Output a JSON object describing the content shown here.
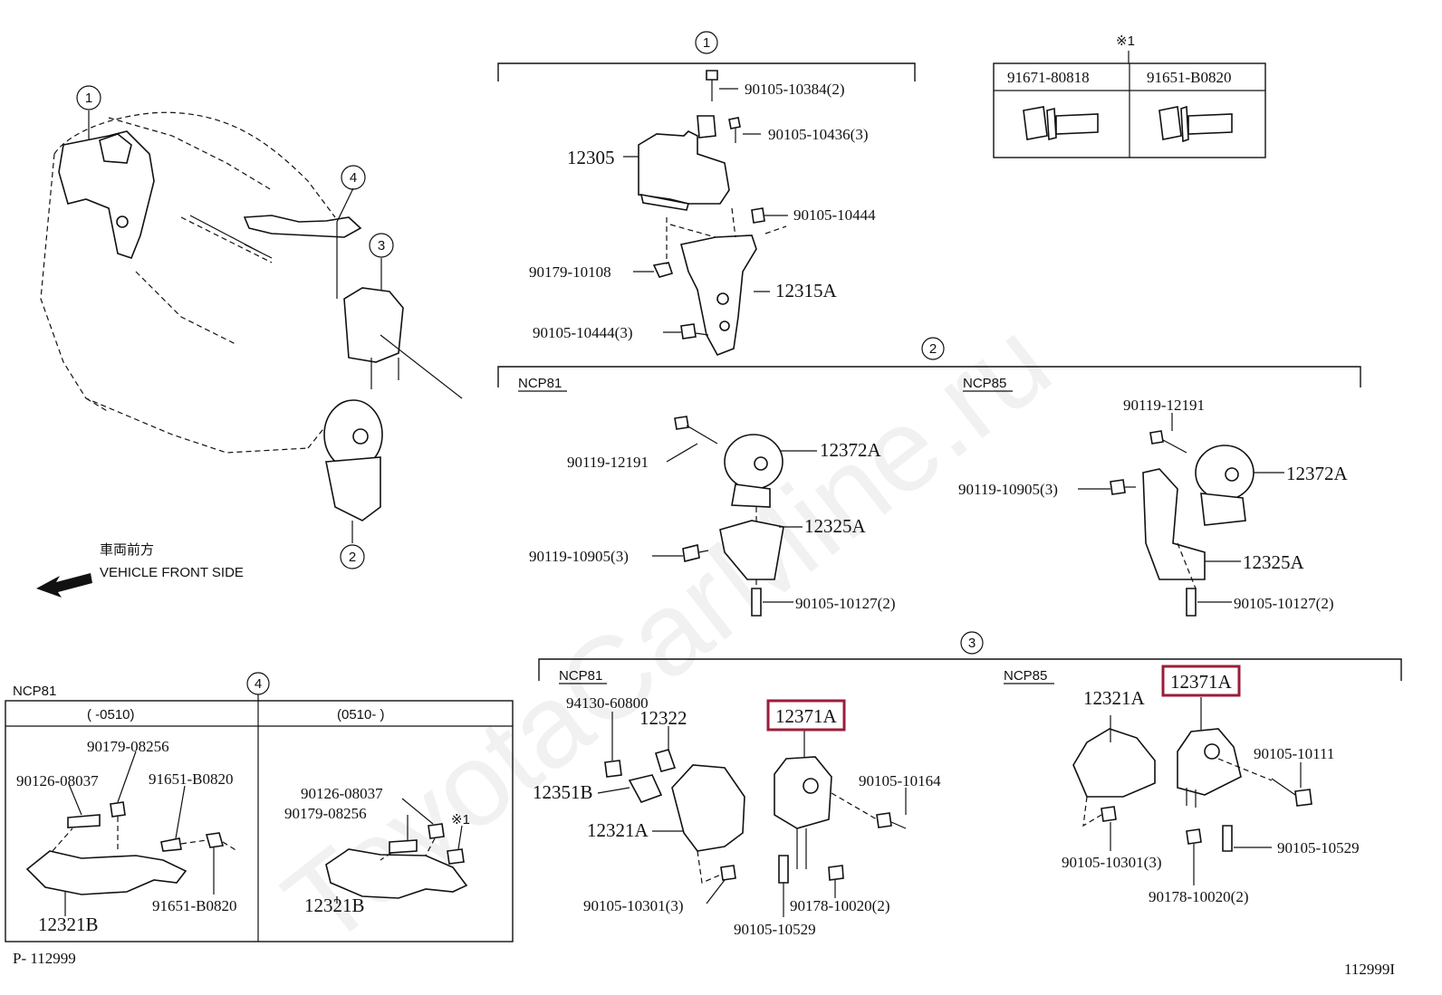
{
  "watermark": "ToyotaCarMine.ru",
  "vehicle_front": {
    "jp": "車両前方",
    "en": "VEHICLE FRONT SIDE"
  },
  "callouts": {
    "c1": "1",
    "c2": "2",
    "c3": "3",
    "c4": "4"
  },
  "note_mark": "※1",
  "note_table": {
    "col1": "91671-80818",
    "col2": "91651-B0820"
  },
  "section1": {
    "p12305": "12305",
    "p90105_10384": "90105-10384(2)",
    "p90105_10436": "90105-10436(3)",
    "p90105_10444": "90105-10444",
    "p90179_10108": "90179-10108",
    "p12315A": "12315A",
    "p90105_10444_3": "90105-10444(3)"
  },
  "section2": {
    "ncp81": "NCP81",
    "ncp85": "NCP85",
    "a_90119_12191": "90119-12191",
    "a_12372A": "12372A",
    "a_12325A": "12325A",
    "a_90119_10905": "90119-10905(3)",
    "a_90105_10127": "90105-10127(2)",
    "b_90119_12191": "90119-12191",
    "b_90119_10905": "90119-10905(3)",
    "b_12372A": "12372A",
    "b_12325A": "12325A",
    "b_90105_10127": "90105-10127(2)"
  },
  "section3": {
    "ncp81": "NCP81",
    "ncp85": "NCP85",
    "a_94130_60800": "94130-60800",
    "a_12322": "12322",
    "a_12351B": "12351B",
    "a_12321A": "12321A",
    "a_12371A": "12371A",
    "a_90105_10164": "90105-10164",
    "a_90105_10301": "90105-10301(3)",
    "a_90178_10020": "90178-10020(2)",
    "a_90105_10529": "90105-10529",
    "b_12321A": "12321A",
    "b_12371A": "12371A",
    "b_90105_10111": "90105-10111",
    "b_90105_10529": "90105-10529",
    "b_90105_10301": "90105-10301(3)",
    "b_90178_10020": "90178-10020(2)"
  },
  "section4": {
    "ncp81": "NCP81",
    "left_range": "(      -0510)",
    "right_range": "(0510-      )",
    "l_90179_08256": "90179-08256",
    "l_90126_08037": "90126-08037",
    "l_91651_B0820": "91651-B0820",
    "l_91651_B0820_b": "91651-B0820",
    "l_12321B": "12321B",
    "r_90126_08037": "90126-08037",
    "r_90179_08256": "90179-08256",
    "r_note": "※1",
    "r_12321B": "12321B"
  },
  "footer": {
    "left": "P- 112999",
    "right": "112999I"
  },
  "highlight_color": "#9b1d3a"
}
